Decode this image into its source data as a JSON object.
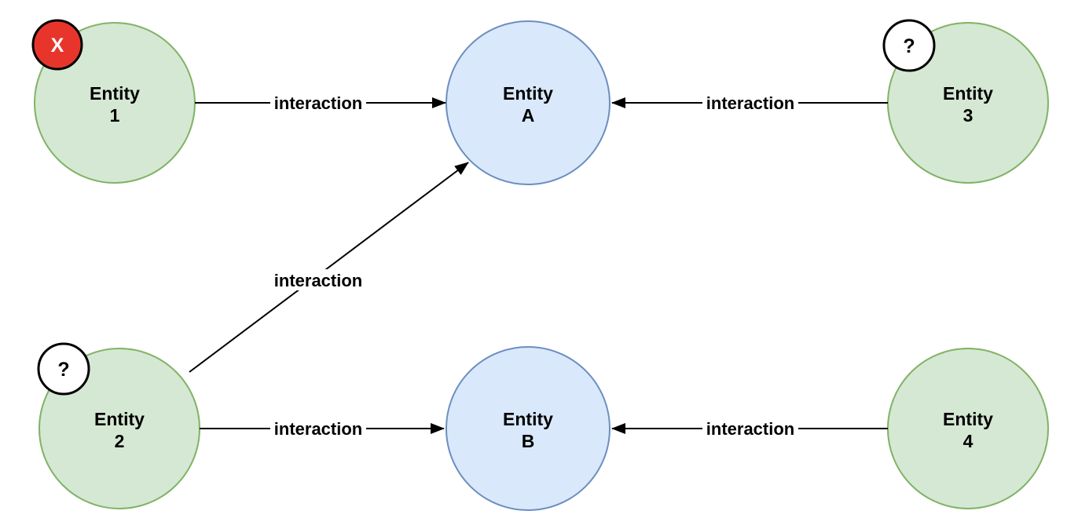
{
  "diagram": {
    "title": "entity-interaction-diagram",
    "palette": {
      "green_fill": "#d5e8d4",
      "green_stroke": "#82b366",
      "blue_fill": "#dae8fc",
      "blue_stroke": "#6c8ebf",
      "red": "#e8352b",
      "black": "#000000",
      "white": "#ffffff"
    },
    "nodes": [
      {
        "id": "entity-1",
        "line1": "Entity",
        "line2": "1",
        "color": "green",
        "badge": {
          "symbol": "X",
          "style": "red-error"
        }
      },
      {
        "id": "entity-2",
        "line1": "Entity",
        "line2": "2",
        "color": "green",
        "badge": {
          "symbol": "?",
          "style": "white-question"
        }
      },
      {
        "id": "entity-3",
        "line1": "Entity",
        "line2": "3",
        "color": "green",
        "badge": {
          "symbol": "?",
          "style": "white-question"
        }
      },
      {
        "id": "entity-4",
        "line1": "Entity",
        "line2": "4",
        "color": "green"
      },
      {
        "id": "entity-a",
        "line1": "Entity",
        "line2": "A",
        "color": "blue"
      },
      {
        "id": "entity-b",
        "line1": "Entity",
        "line2": "B",
        "color": "blue"
      }
    ],
    "edges": [
      {
        "id": "edge-1-a",
        "from": "entity-1",
        "to": "entity-a",
        "label": "interaction"
      },
      {
        "id": "edge-3-a",
        "from": "entity-3",
        "to": "entity-a",
        "label": "interaction"
      },
      {
        "id": "edge-2-a",
        "from": "entity-2",
        "to": "entity-a",
        "label": "interaction"
      },
      {
        "id": "edge-2-b",
        "from": "entity-2",
        "to": "entity-b",
        "label": "interaction"
      },
      {
        "id": "edge-4-b",
        "from": "entity-4",
        "to": "entity-b",
        "label": "interaction"
      }
    ]
  }
}
